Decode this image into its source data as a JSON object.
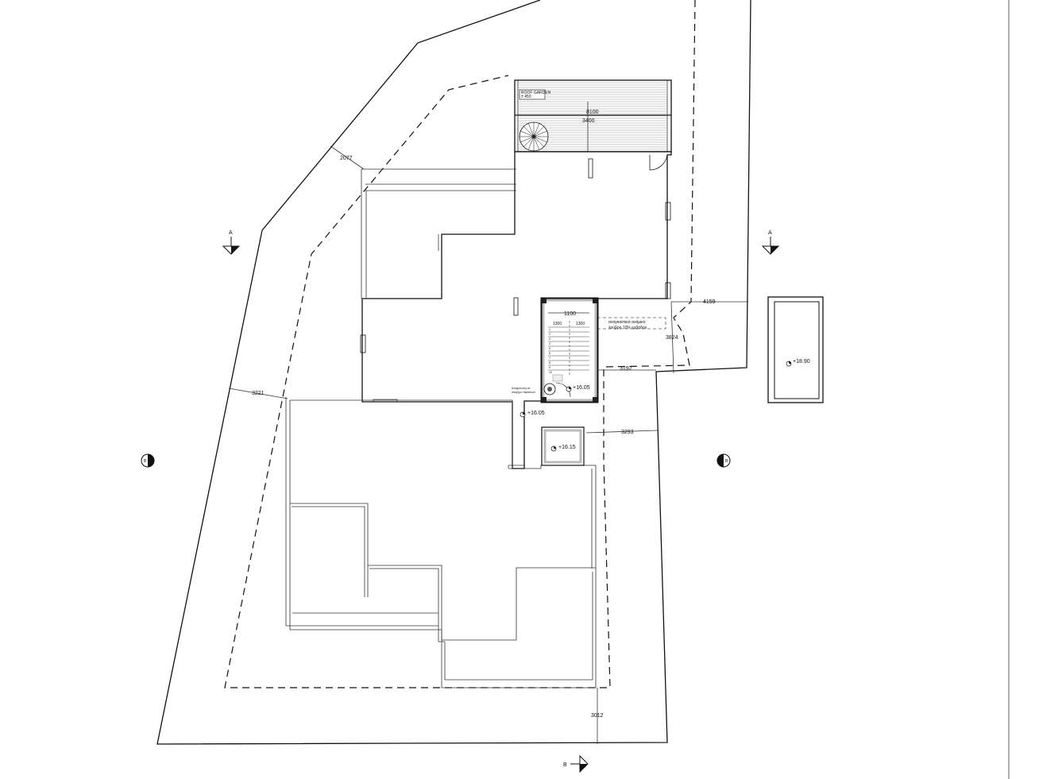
{
  "roof_garden": {
    "label_line1": "ROOF GARDEN",
    "label_line2": "± 450"
  },
  "dimensions": {
    "d8100": "8100",
    "d3400": "3400",
    "d2077": "2077",
    "d4159": "4159",
    "d1100": "1100",
    "d1300": "1300",
    "d1300b": "1300",
    "d3824": "3824",
    "d3192": "3192",
    "d3221": "3221",
    "d3293": "3293",
    "d3012": "3012"
  },
  "notes": {
    "roof_note_line1": "αναγκαστικά ανάμικο",
    "roof_note_line2": "λούβρο 10% εμβαδού"
  },
  "levels": {
    "stair_level": "+16.05",
    "terrace_level": "+16.05",
    "shaft_level": "+16.15",
    "pool_level": "+18.90"
  },
  "section_marks": {
    "a_left": "A",
    "a_right": "A",
    "b_bottom": "B"
  },
  "stair_steps": [
    "1",
    "2",
    "3",
    "4",
    "5",
    "6",
    "7",
    "8",
    "9",
    "10"
  ]
}
